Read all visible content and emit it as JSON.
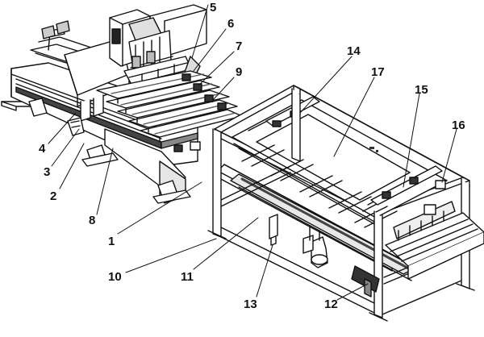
{
  "labels": {
    "l1": "1",
    "l2": "2",
    "l3": "3",
    "l4": "4",
    "l5": "5",
    "l6": "6",
    "l7": "7",
    "l8": "8",
    "l9": "9",
    "l10": "10",
    "l11": "11",
    "l12": "12",
    "l13": "13",
    "l14": "14",
    "l15": "15",
    "l16": "16",
    "l17": "17"
  },
  "colors": {
    "ink": "#111111",
    "panel": "#ffffff",
    "shade": "#d9d9d9",
    "dark": "#555555"
  }
}
